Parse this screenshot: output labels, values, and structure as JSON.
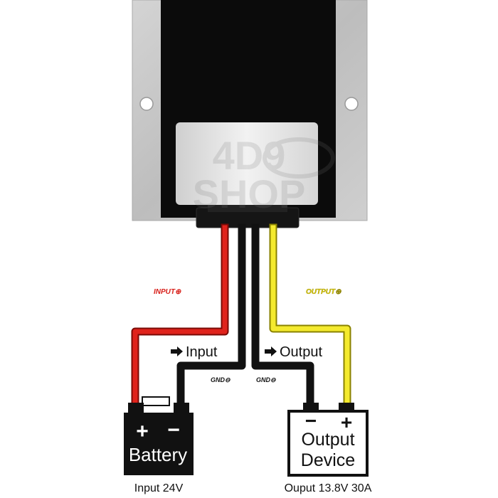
{
  "labels": {
    "input_positive": "INPUT⊕",
    "output_positive": "OUTPUT⊕",
    "input_arrow": "Input",
    "output_arrow": "Output",
    "gnd_left": "GND⊖",
    "gnd_right": "GND⊖",
    "battery_plus": "+",
    "battery_minus": "−",
    "battery_name": "Battery",
    "device_minus": "−",
    "device_plus": "+",
    "device_name_line1": "Output",
    "device_name_line2": "Device",
    "input_caption": "Input 24V",
    "output_caption": "Ouput 13.8V 30A"
  },
  "watermark": {
    "line1": "4D9",
    "line2": "SHOP"
  },
  "colors": {
    "input_wire": "#e0231c",
    "output_wire": "#f4ea2e",
    "ground_wire": "#111111",
    "converter_body": "#0b0b0b",
    "heatsink": "#c9c9c9",
    "input_label": "#d8201a",
    "output_label": "#d9c800"
  }
}
